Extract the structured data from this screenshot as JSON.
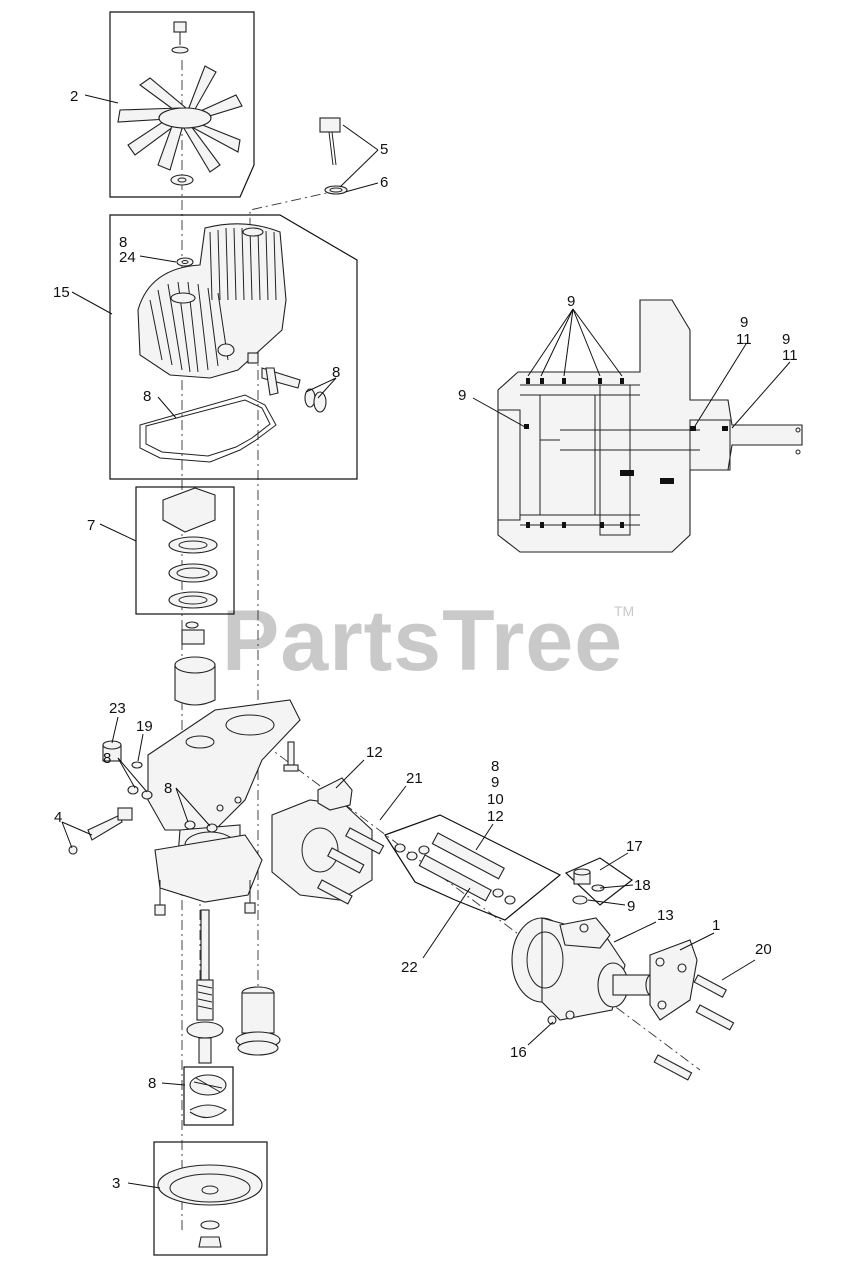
{
  "watermark": {
    "text": "PartsTree",
    "tm": "TM"
  },
  "callouts": {
    "c2": "2",
    "c5": "5",
    "c6": "6",
    "c8a": "8",
    "c24": "24",
    "c15": "15",
    "c8b": "8",
    "c8c": "8",
    "c7": "7",
    "c9a": "9",
    "c9b": "9",
    "c11a": "11",
    "c9c": "9",
    "c11b": "11",
    "c9d": "9",
    "c23": "23",
    "c19": "19",
    "c8d": "8",
    "c4": "4",
    "c8e": "8",
    "c12a": "12",
    "c21": "21",
    "c8f": "8",
    "c9e": "9",
    "c10": "10",
    "c12b": "12",
    "c17": "17",
    "c18": "18",
    "c9f": "9",
    "c13": "13",
    "c1": "1",
    "c20": "20",
    "c22": "22",
    "c16": "16",
    "c8g": "8",
    "c3": "3"
  }
}
